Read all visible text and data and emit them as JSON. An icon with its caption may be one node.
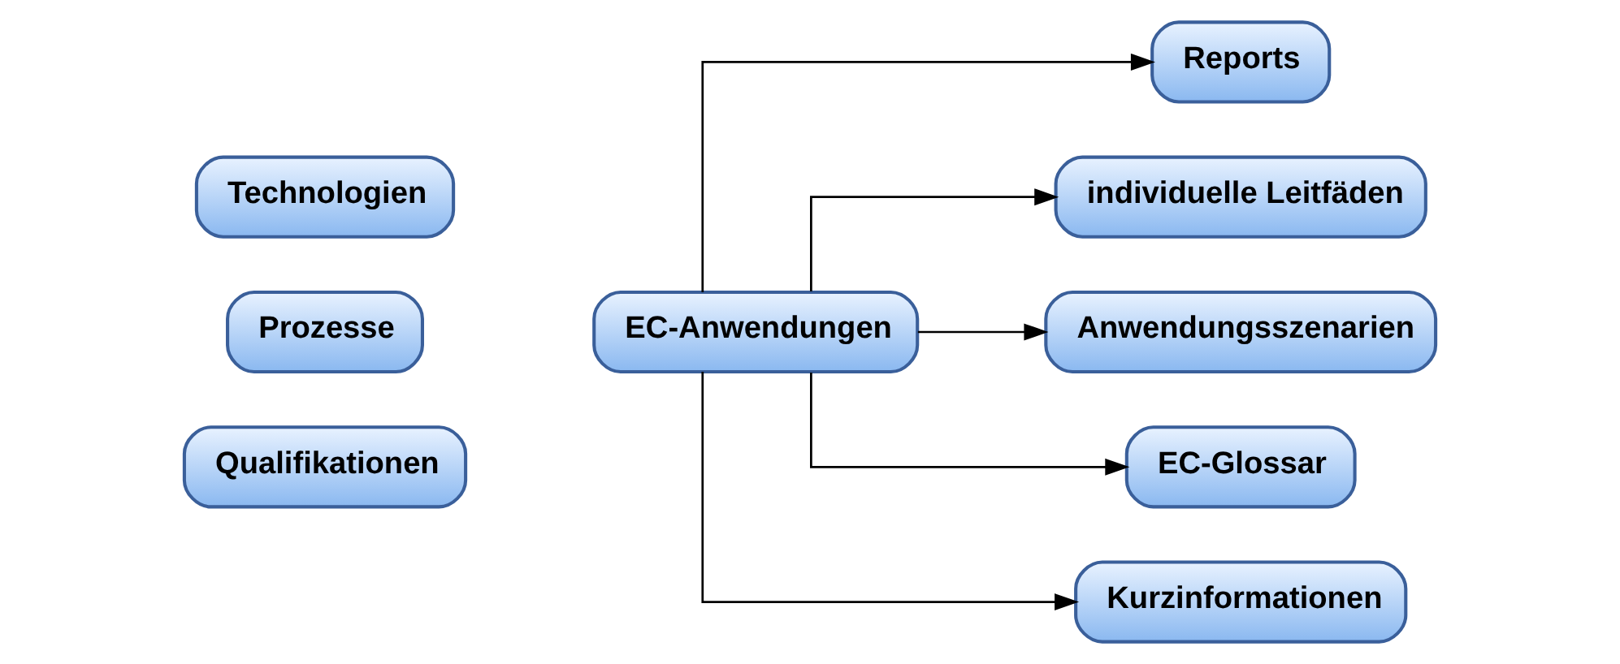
{
  "diagram": {
    "nodes": [
      {
        "text": [
          "Technologien"
        ]
      },
      {
        "text": [
          "Prozesse"
        ]
      },
      {
        "text": [
          "Qualifikationen"
        ]
      },
      {
        "text": [
          "EC-Anwendungen"
        ]
      },
      {
        "text": [
          "Reports"
        ]
      },
      {
        "text": [
          "individuelle Leitfäden"
        ]
      },
      {
        "text": [
          "Anwendungsszenarien"
        ]
      },
      {
        "text": [
          "EC-Glossar"
        ]
      },
      {
        "text": [
          "Kurzinformationen"
        ]
      }
    ],
    "edges": [
      {
        "from": 3,
        "to": 4,
        "arrow": "to"
      },
      {
        "from": 3,
        "to": 5,
        "arrow": "to"
      },
      {
        "from": 3,
        "to": 6,
        "arrow": "to"
      },
      {
        "from": 3,
        "to": 7,
        "arrow": "to"
      },
      {
        "from": 3,
        "to": 8,
        "arrow": "to"
      }
    ]
  }
}
